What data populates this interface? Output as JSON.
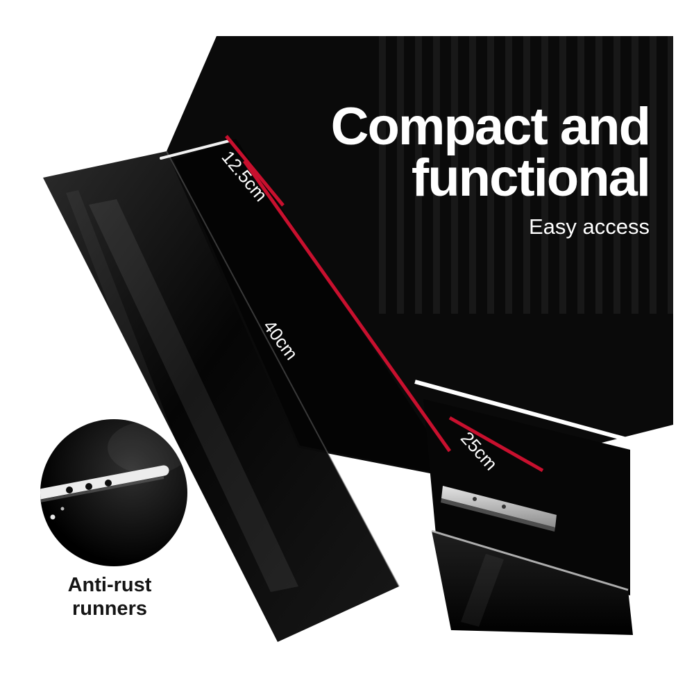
{
  "colors": {
    "background": "#ffffff",
    "furniture_black": "#0a0a0a",
    "accent_red": "#c8102e",
    "headline_text": "#ffffff",
    "caption_text": "#151515"
  },
  "headline": {
    "line1": "Compact and",
    "line2": "functional",
    "subtitle": "Easy access"
  },
  "dimension_labels": [
    {
      "label": "12.5cm"
    },
    {
      "label": "40cm"
    },
    {
      "label": "25cm"
    }
  ],
  "inset_caption": {
    "line1": "Anti-rust",
    "line2": "runners"
  }
}
